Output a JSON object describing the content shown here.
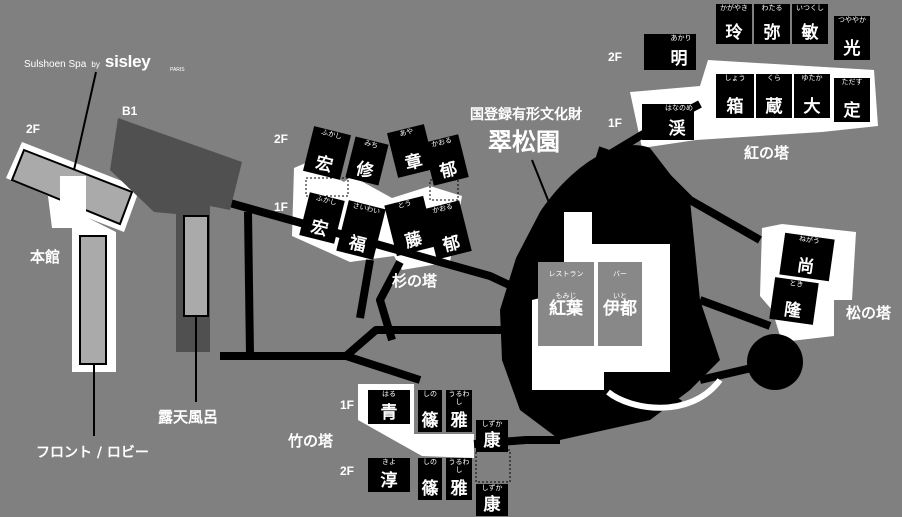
{
  "map": {
    "spa": {
      "name": "Sulshoen Spa",
      "by": "by",
      "brand": "sisley",
      "sub": "PARIS"
    },
    "labels": {
      "honkan": "本館",
      "honkan_floor": "2F",
      "b1": "B1",
      "roten": "露天風呂",
      "front": "フロント / ロビー",
      "heritage_small": "国登録有形文化財",
      "heritage_big": "翠松園",
      "sugi": "杉の塔",
      "sugi_2f": "2F",
      "sugi_1f": "1F",
      "beni": "紅の塔",
      "beni_2f": "2F",
      "beni_1f": "1F",
      "matsu": "松の塔",
      "take": "竹の塔",
      "take_1f": "1F",
      "take_2f": "2F"
    },
    "rooms": {
      "sugi_2f": [
        {
          "kana": "ふかし",
          "kanji": "宏"
        },
        {
          "kana": "みち",
          "kanji": "修"
        },
        {
          "kana": "あや",
          "kanji": "章"
        },
        {
          "kana": "かおる",
          "kanji": "郁"
        }
      ],
      "sugi_1f": [
        {
          "kana": "ふかし",
          "kanji": "宏"
        },
        {
          "kana": "さいわい",
          "kanji": "福"
        },
        {
          "kana": "とう",
          "kanji": "藤"
        },
        {
          "kana": "かおる",
          "kanji": "郁"
        }
      ],
      "beni_2f": [
        {
          "kana": "あかり",
          "kanji": "明"
        },
        {
          "kana": "かがやき",
          "kanji": "玲"
        },
        {
          "kana": "わたる",
          "kanji": "弥"
        },
        {
          "kana": "いつくし",
          "kanji": "敏"
        },
        {
          "kana": "つややか",
          "kanji": "光"
        }
      ],
      "beni_1f": [
        {
          "kana": "はなのめ",
          "kanji": "渓"
        },
        {
          "kana": "しょう",
          "kanji": "箱"
        },
        {
          "kana": "くら",
          "kanji": "蔵"
        },
        {
          "kana": "ゆたか",
          "kanji": "大"
        },
        {
          "kana": "ただす",
          "kanji": "定"
        }
      ],
      "heritage": [
        {
          "kana_top": "レストラン",
          "kana": "もみじ",
          "kanji": "紅葉"
        },
        {
          "kana_top": "バー",
          "kana": "いと",
          "kanji": "伊都"
        }
      ],
      "matsu": [
        {
          "kana": "ねがう",
          "kanji": "尚"
        },
        {
          "kana": "とき",
          "kanji": "隆"
        }
      ],
      "take_1f": [
        {
          "kana": "はる",
          "kanji": "青"
        },
        {
          "kana": "しの",
          "kanji": "篠"
        },
        {
          "kana": "うるわし",
          "kanji": "雅"
        },
        {
          "kana": "しずか",
          "kanji": "康"
        }
      ],
      "take_2f": [
        {
          "kana": "きよ",
          "kanji": "淳"
        },
        {
          "kana": "しの",
          "kanji": "篠"
        },
        {
          "kana": "うるわし",
          "kanji": "雅"
        },
        {
          "kana": "しずか",
          "kanji": "康"
        }
      ]
    }
  }
}
